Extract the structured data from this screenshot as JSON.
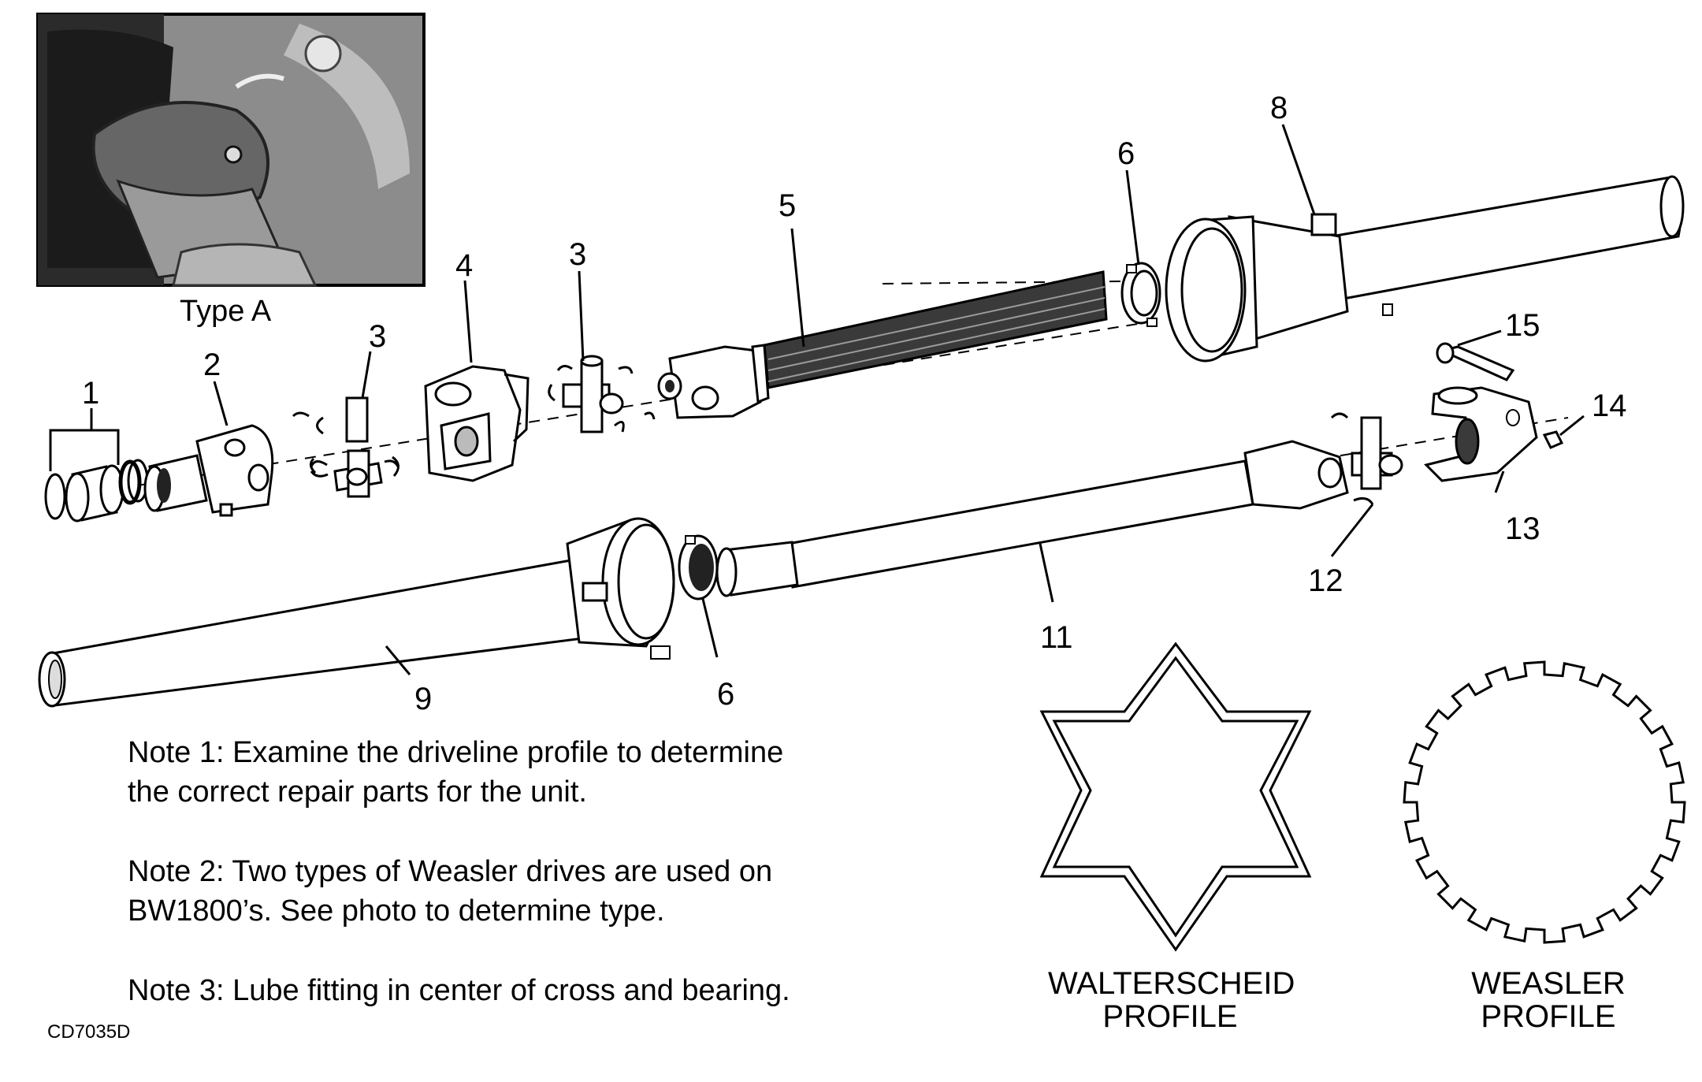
{
  "photo": {
    "caption": "Type A"
  },
  "callouts": [
    "1",
    "2",
    "3",
    "3",
    "4",
    "5",
    "6",
    "8",
    "15",
    "14",
    "13",
    "12",
    "11",
    "9",
    "6"
  ],
  "notes": {
    "note1_line1": "Note 1:  Examine the driveline profile to determine",
    "note1_line2": "the correct repair parts for the unit.",
    "note2_line1": "Note 2:  Two types of Weasler drives are used on",
    "note2_line2": "BW1800’s.  See photo to determine type.",
    "note3_line1": "Note 3:  Lube fitting in center of cross and bearing."
  },
  "profiles": {
    "walterscheid_line1": "WALTERSCHEID",
    "walterscheid_line2": "PROFILE",
    "weasler_line1": "WEASLER",
    "weasler_line2": "PROFILE"
  },
  "drawing_code": "CD7035D",
  "colors": {
    "ink": "#000000",
    "photo_bg": "#8c8c8c",
    "part_fill": "#ffffff",
    "shaft_dark": "#3a3a3a"
  }
}
